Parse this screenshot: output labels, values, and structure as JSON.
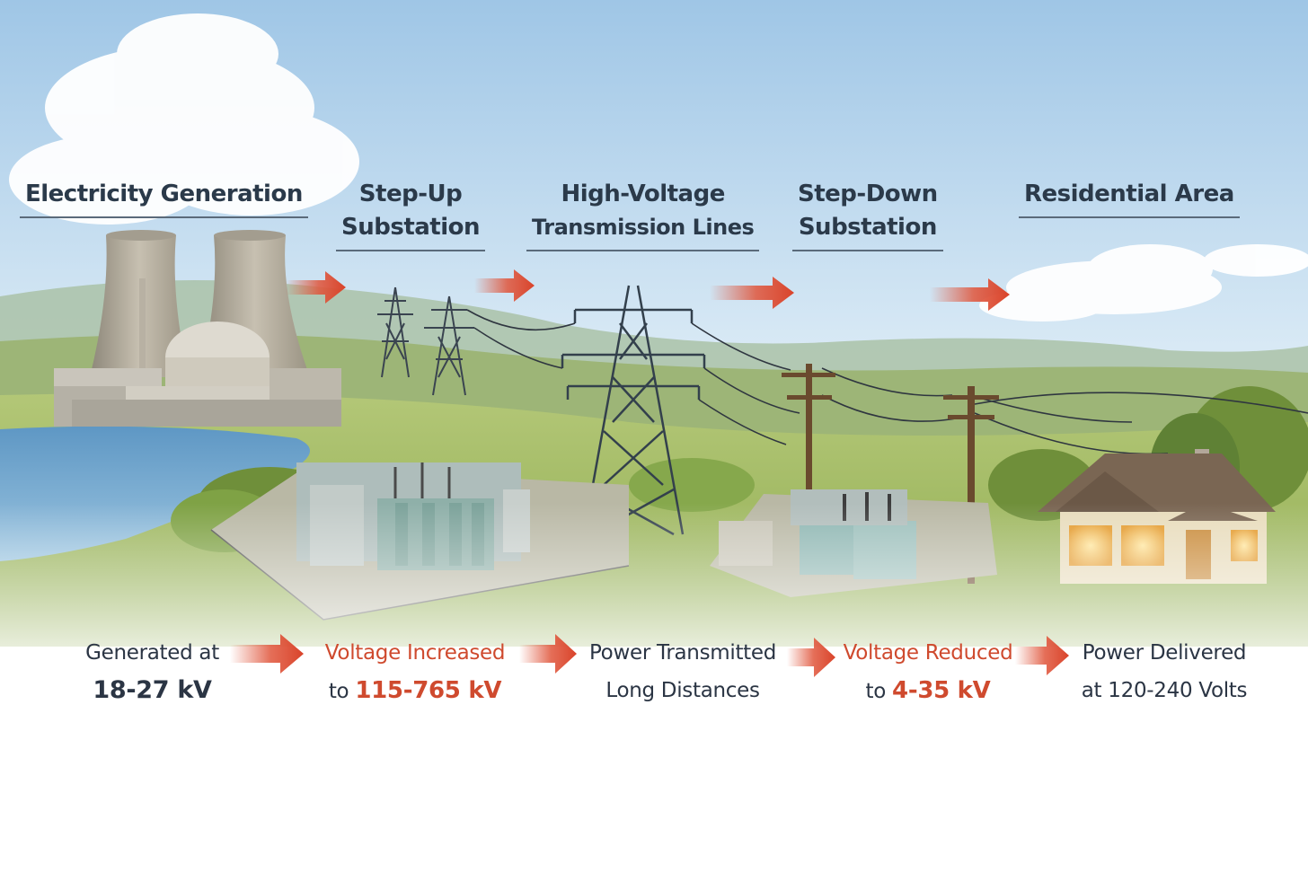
{
  "stages": [
    {
      "title_line1": "Electricity Generation",
      "title_line2": ""
    },
    {
      "title_line1": "Step-Up",
      "title_line2": "Substation"
    },
    {
      "title_line1": "High-Voltage",
      "title_line2": "Transmission Lines"
    },
    {
      "title_line1": "Step-Down",
      "title_line2": "Substation"
    },
    {
      "title_line1": "Residential Area",
      "title_line2": ""
    }
  ],
  "captions": [
    {
      "line1": "Generated at",
      "line2_prefix": "",
      "line2_value": "18-27 kV"
    },
    {
      "line1": "Voltage Increased",
      "line2_prefix": "to ",
      "line2_value": "115-765 kV"
    },
    {
      "line1": "Power Transmitted",
      "line2_prefix": "",
      "line2_value": "Long Distances"
    },
    {
      "line1": "Voltage Reduced",
      "line2_prefix": "to ",
      "line2_value": "4-35 kV"
    },
    {
      "line1": "Power Delivered",
      "line2_prefix": "",
      "line2_value": "at 120-240 Volts"
    }
  ],
  "colors": {
    "accent_red": "#cf4a2e",
    "text_dark": "#2b3544",
    "sky_top": "#a9cdea",
    "grass": "#9ab75a",
    "water": "#6fa6cf"
  }
}
